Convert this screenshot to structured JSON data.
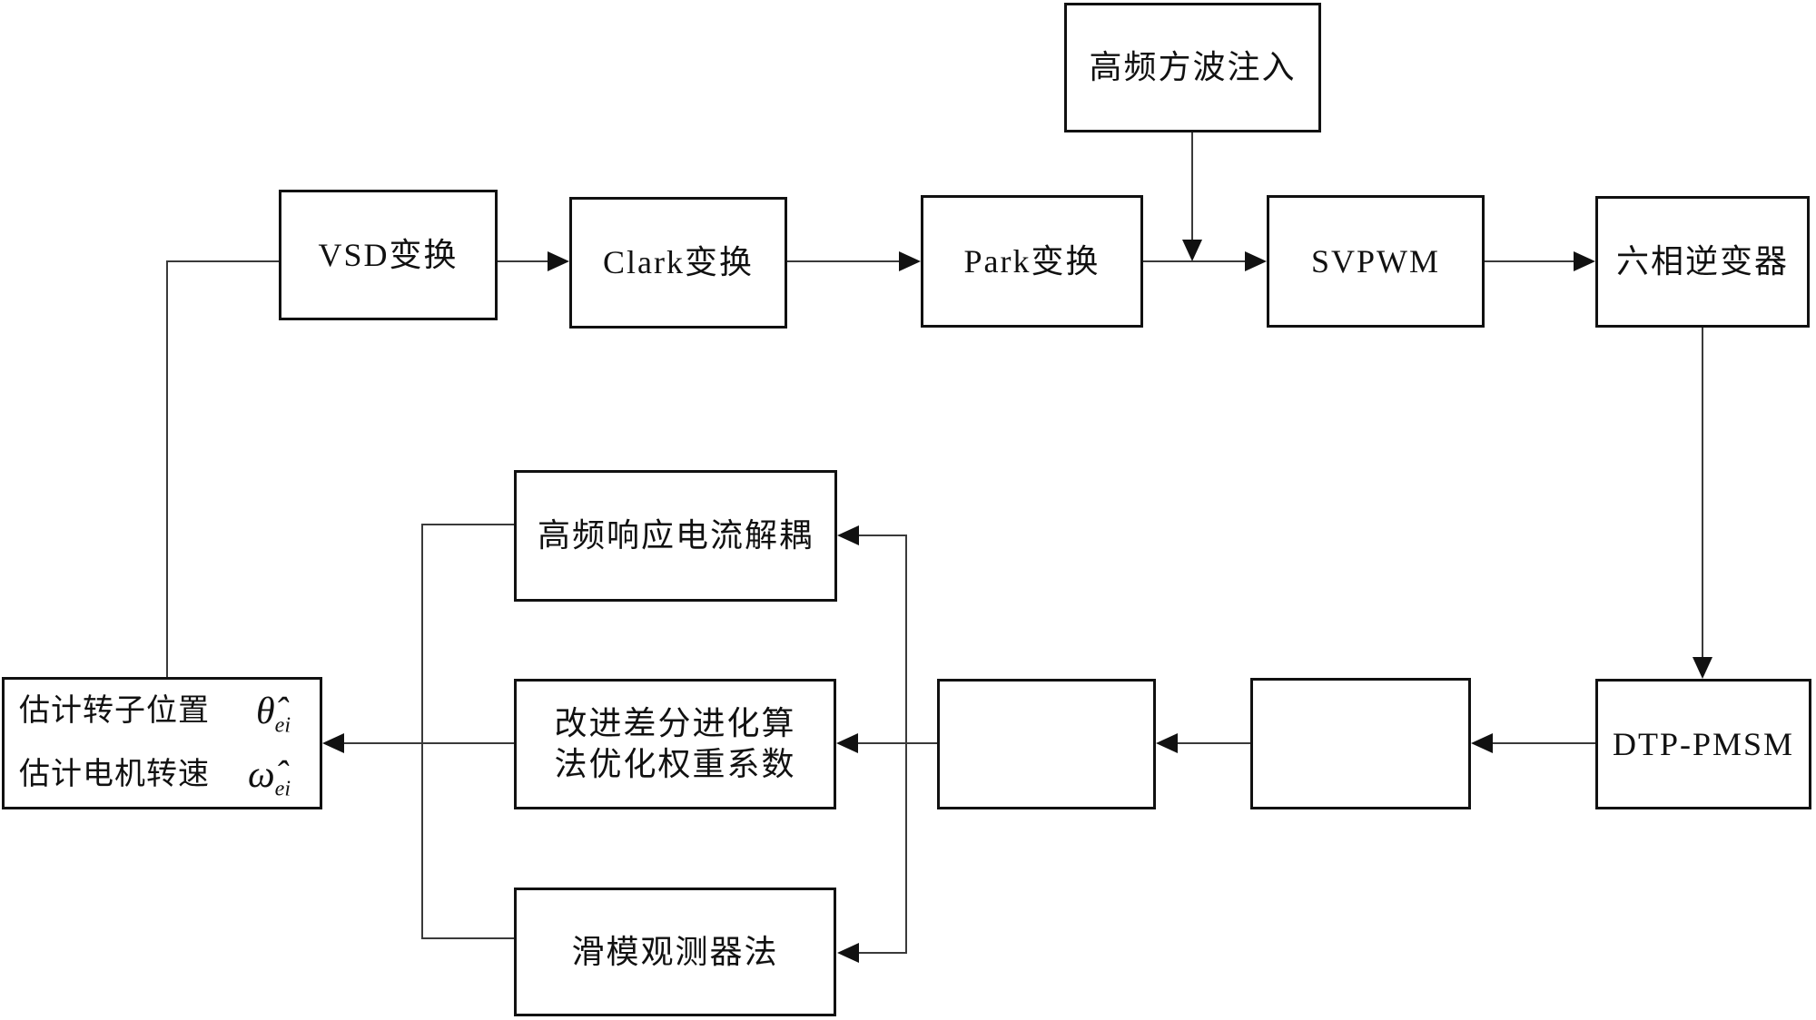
{
  "diagram": {
    "description": "Sensorless control block diagram of a six-phase PMSM drive with high-frequency square-wave injection",
    "colors": {
      "background": "#ffffff",
      "box_border": "#111111",
      "line": "#3a3a3a",
      "arrowhead": "#111111",
      "text": "#111111"
    },
    "boxes": {
      "hf_injection": {
        "label": "高频方波注入"
      },
      "vsd": {
        "label": "VSD变换"
      },
      "clark": {
        "label": "Clark变换"
      },
      "park": {
        "label": "Park变换"
      },
      "svpwm": {
        "label": "SVPWM"
      },
      "inverter": {
        "label": "六相逆变器"
      },
      "dtp_pmsm": {
        "label": "DTP-PMSM"
      },
      "hf_decouple": {
        "label": "高频响应电流解耦"
      },
      "de_optimize": {
        "label_line1": "改进差分进化算",
        "label_line2": "法优化权重系数"
      },
      "smo": {
        "label": "滑模观测器法"
      },
      "estimate": {
        "line1_text": "估计转子位置",
        "line1_symbol": "θ̂",
        "line1_subscript": "ei",
        "line2_text": "估计电机转速",
        "line2_symbol": "ω̂",
        "line2_subscript": "ei"
      }
    }
  }
}
